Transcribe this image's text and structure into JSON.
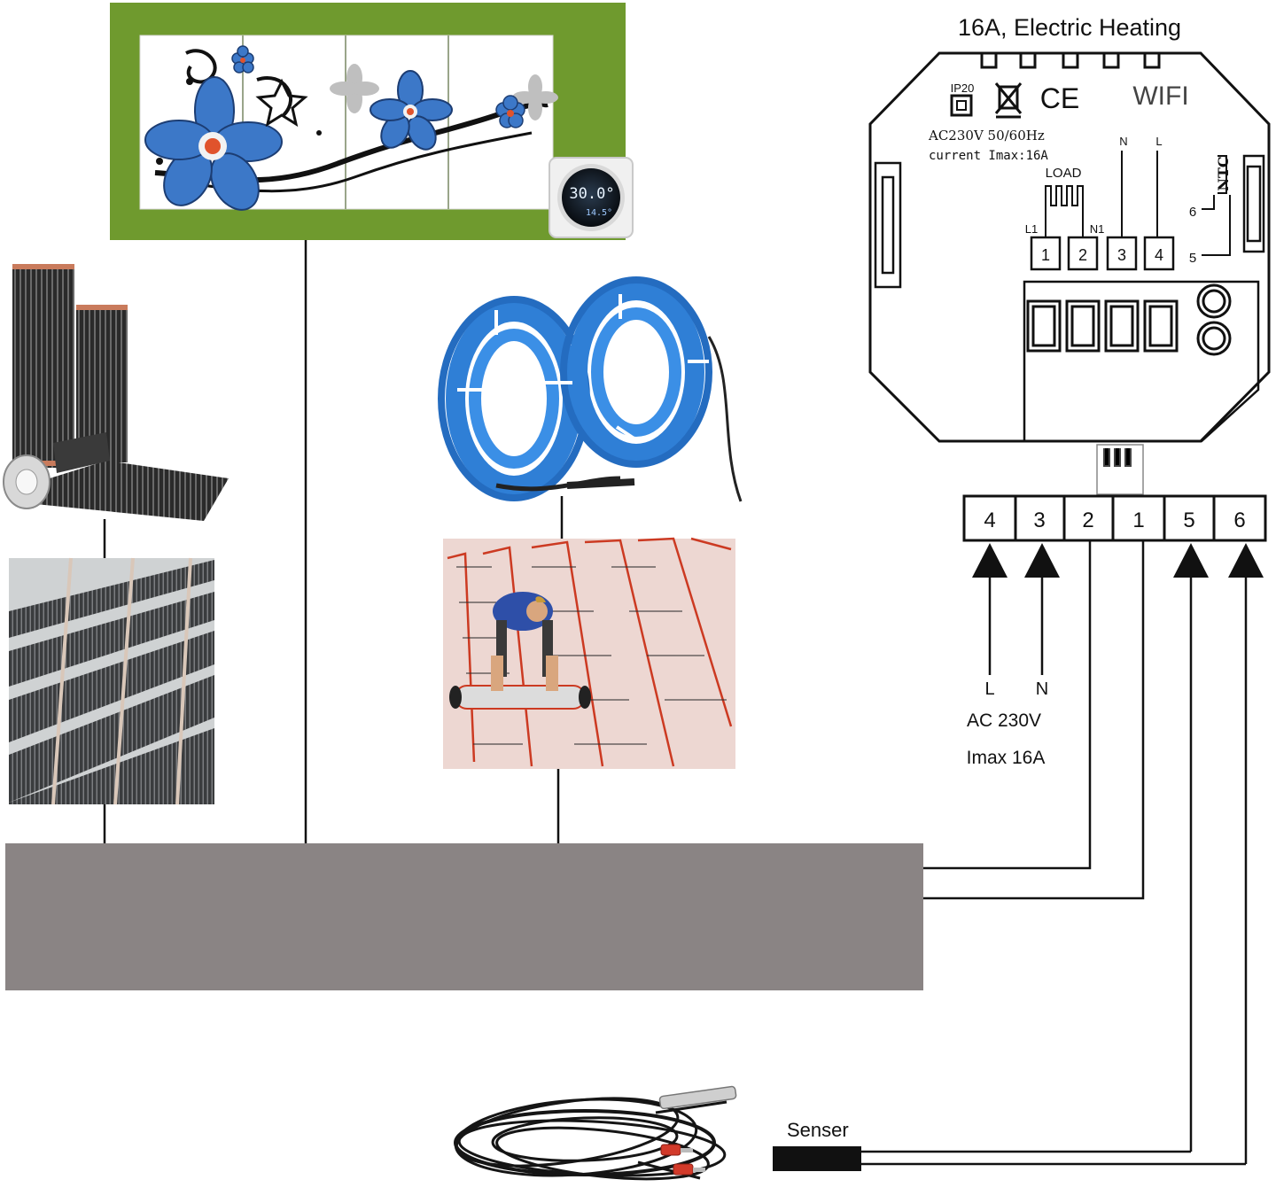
{
  "title": "16A, Electric Heating",
  "device": {
    "ip_rating": "IP20",
    "ce_mark": "CE",
    "wifi_label": "WIFI",
    "power_spec": "AC230V 50/60Hz",
    "current_spec": "current Imax:16A",
    "load_label": "LOAD",
    "l1_label": "L1",
    "n1_label": "N1",
    "n_label": "N",
    "l_label": "L",
    "ntc_label": "NTC",
    "ntc_pin_6": "6",
    "ntc_pin_5": "5",
    "terminals": [
      "1",
      "2",
      "3",
      "4"
    ]
  },
  "connector_block": {
    "terminals": [
      "4",
      "3",
      "2",
      "1",
      "5",
      "6"
    ]
  },
  "supply": {
    "l_label": "L",
    "n_label": "N",
    "voltage": "AC 230V",
    "current": "Imax 16A"
  },
  "sensor": {
    "label": "Senser"
  },
  "thermostat_display": {
    "temperature": "30.0°",
    "secondary": "14.5°"
  },
  "colors": {
    "floor_slab": "#8a8484",
    "wall_frame": "#6f9a2e",
    "cable_blue": "#2f7fd6",
    "flower_blue": "#3c78c8",
    "heating_wire_red": "#cc3a22",
    "floor_pink": "#edd7d2"
  }
}
